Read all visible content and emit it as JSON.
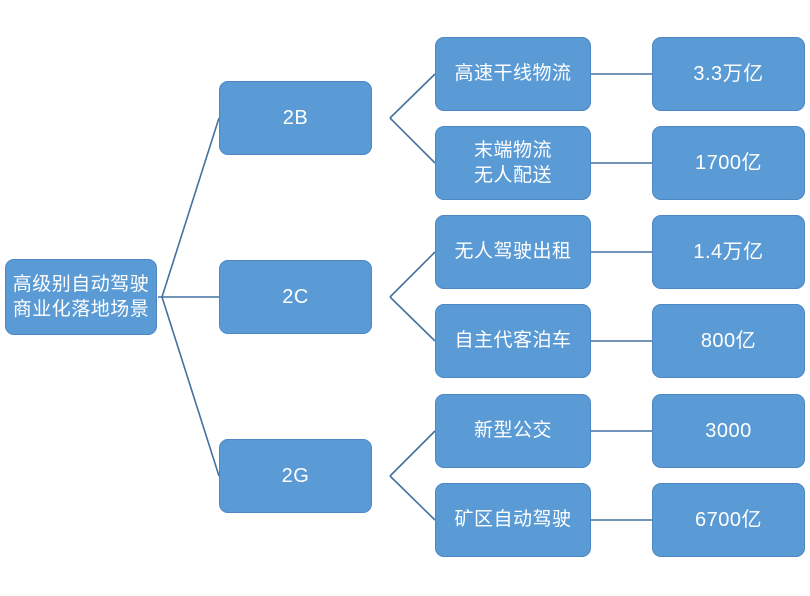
{
  "diagram": {
    "title_meaning": "高级别自动驾驶商业化落地场景",
    "root": {
      "label": "高级别自动驾驶\n商业化落地场景"
    },
    "branches": [
      {
        "label": "2B",
        "children": [
          {
            "label": "高速干线物流",
            "value": "3.3万亿"
          },
          {
            "label": "末端物流\n无人配送",
            "value": "1700亿"
          }
        ]
      },
      {
        "label": "2C",
        "children": [
          {
            "label": "无人驾驶出租",
            "value": "1.4万亿"
          },
          {
            "label": "自主代客泊车",
            "value": "800亿"
          }
        ]
      },
      {
        "label": "2G",
        "children": [
          {
            "label": "新型公交",
            "value": "3000"
          },
          {
            "label": "矿区自动驾驶",
            "value": "6700亿"
          }
        ]
      }
    ]
  },
  "colors": {
    "node_fill": "#5b9bd5",
    "node_border": "#4d87c3",
    "connector": "#44719f",
    "text": "#ffffff",
    "background": "#ffffff"
  }
}
